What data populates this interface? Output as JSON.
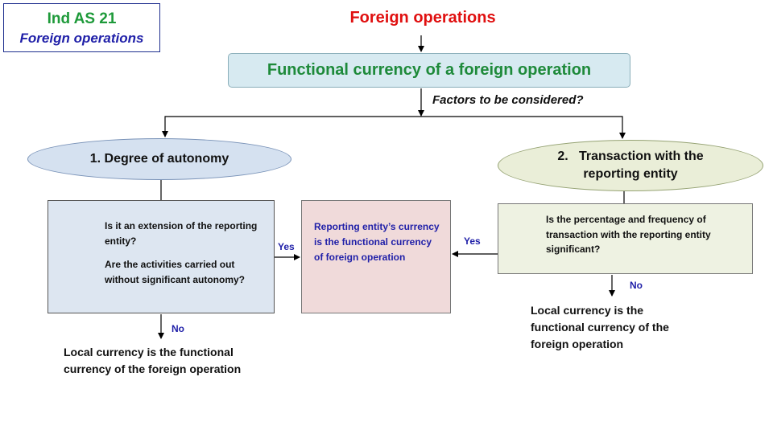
{
  "header": {
    "standard": "Ind AS 21",
    "subtitle": "Foreign operations"
  },
  "diagram": {
    "title": "Foreign operations",
    "functional_currency_box": "Functional currency of a foreign operation",
    "factors_question": "Factors to be considered?",
    "factor_1": "1. Degree of autonomy",
    "factor_2_line1": "2.   Transaction with the",
    "factor_2_line2": "reporting entity",
    "autonomy_question_1": "Is it an extension  of the reporting entity?",
    "autonomy_question_2": "Are the activities carried out without significant autonomy?",
    "transaction_question": "Is the percentage  and frequency  of transaction with the reporting entity significant?",
    "reporting_currency_box": "Reporting entity’s currency is the functional currency  of foreign operation",
    "yes_left": "Yes",
    "yes_right": "Yes",
    "no_left": "No",
    "no_right": "No",
    "local_left": "Local currency is the functional currency of the foreign operation",
    "local_right": "Local currency is the functional currency of the foreign operation"
  }
}
